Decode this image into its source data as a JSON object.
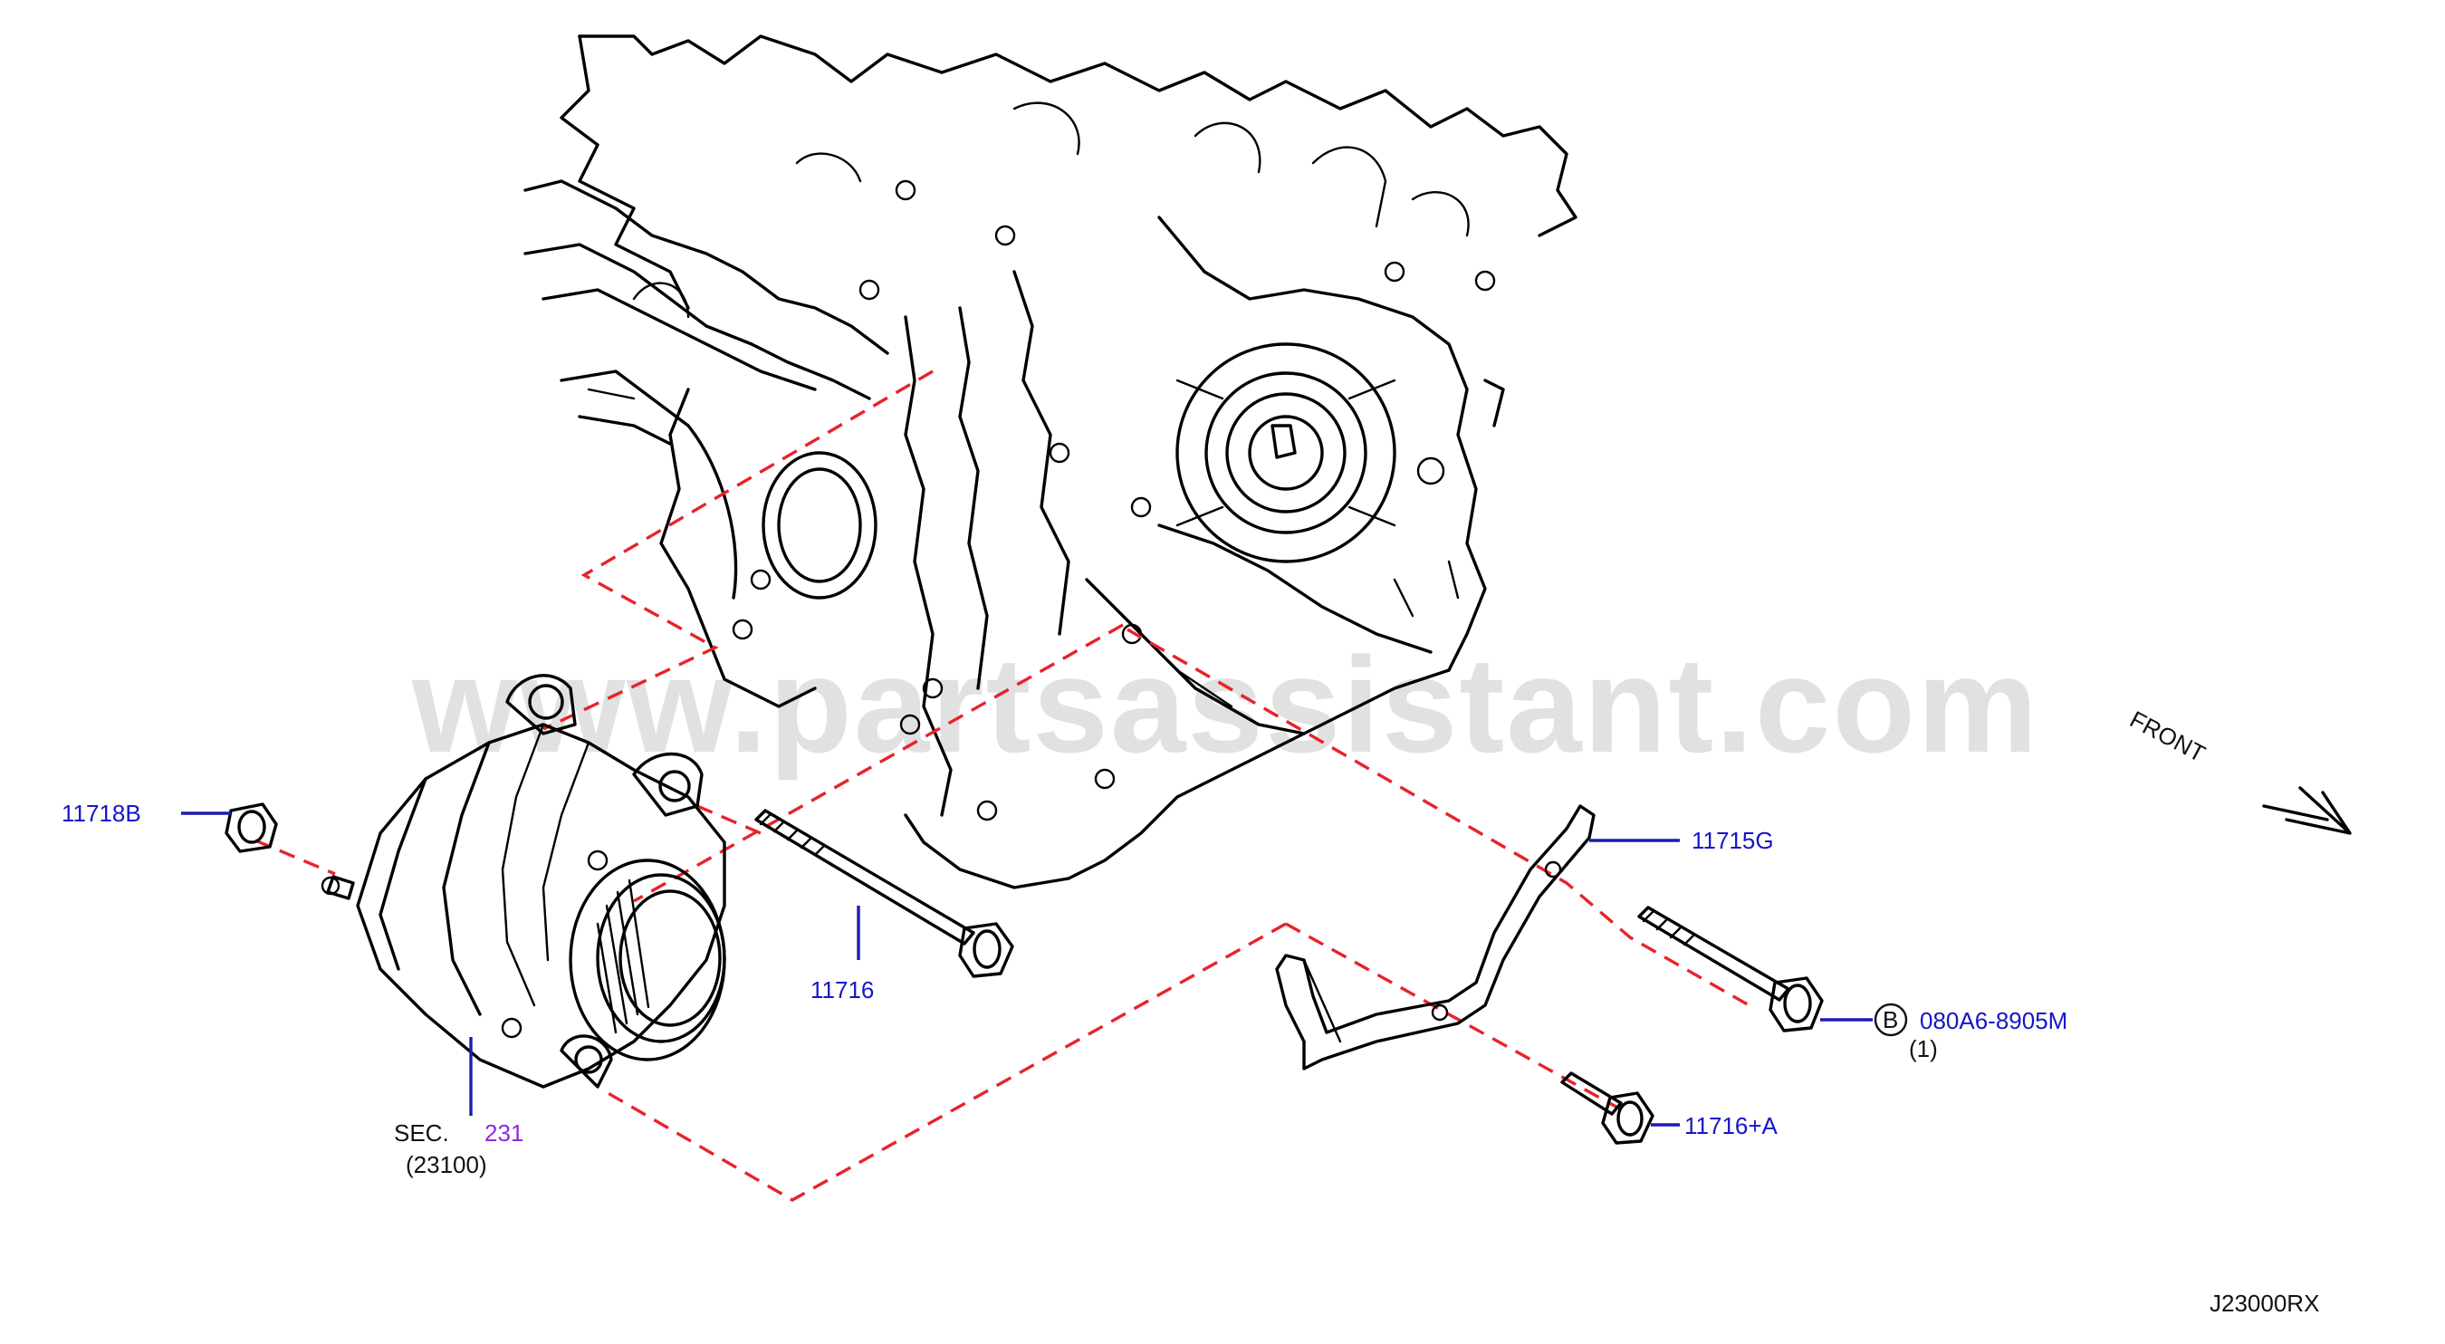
{
  "watermark": "www.partsassistant.com",
  "diagram_code": "J23000RX",
  "front_label": "FRONT",
  "callouts": {
    "nut": "11718B",
    "bracket": "11715G",
    "long_bolt": "11716",
    "short_bolt": "11716+A",
    "bolt_b_letter": "B",
    "bolt_b_part": "080A6-8905M",
    "bolt_b_qty": "(1)",
    "section_prefix": "SEC.",
    "section_number": "231",
    "section_ref": "(23100)"
  },
  "colors": {
    "part_label": "#1515c8",
    "section_link": "#8a2be2",
    "dashed_guide": "#e8232a",
    "line_art": "#000000"
  }
}
